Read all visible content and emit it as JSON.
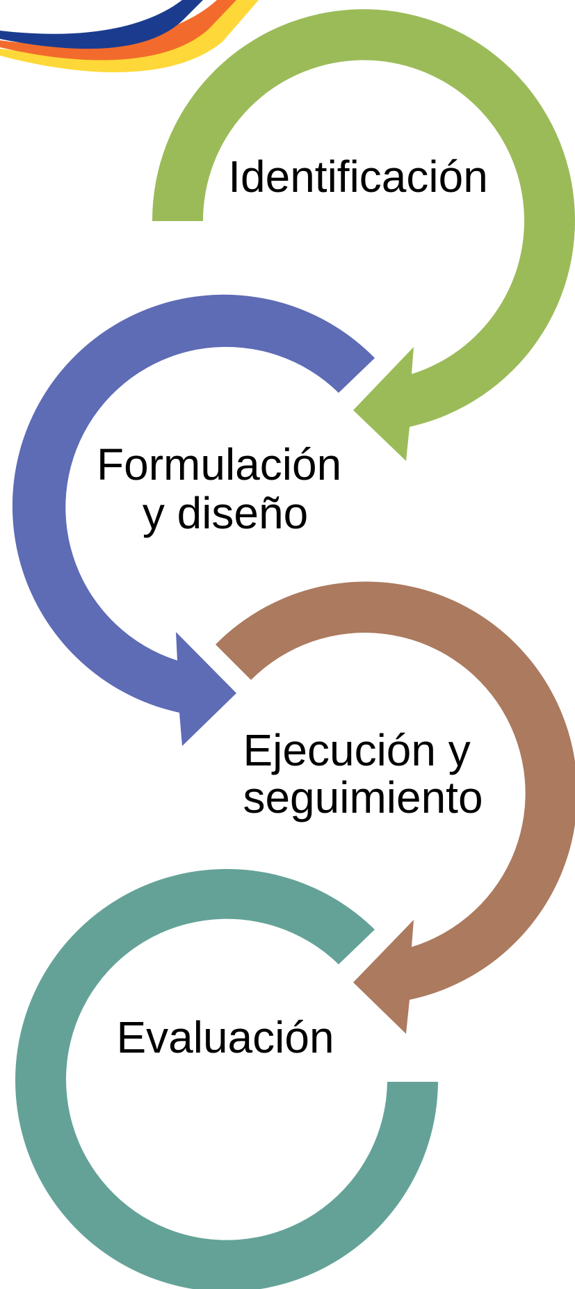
{
  "steps": [
    {
      "lines": [
        "Identificación"
      ],
      "color": "#9BBB59"
    },
    {
      "lines": [
        "Formulación",
        "y diseño"
      ],
      "color": "#5E6BB5"
    },
    {
      "lines": [
        "Ejecución y",
        "seguimiento"
      ],
      "color": "#AB7A5F"
    },
    {
      "lines": [
        "Evaluación"
      ],
      "color": "#64A297"
    }
  ],
  "logo_colors": [
    "#1B3C8E",
    "#F26B2C",
    "#FDD838"
  ]
}
